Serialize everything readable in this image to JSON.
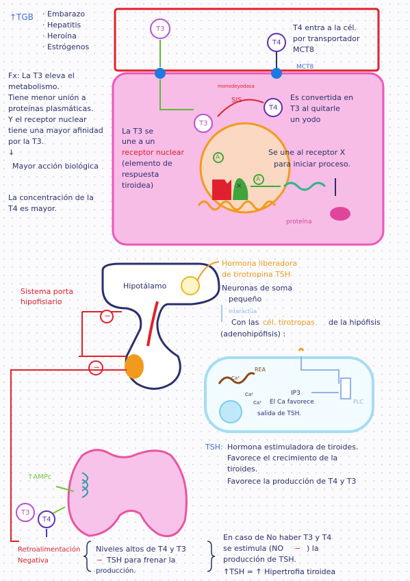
{
  "header": {
    "title": "↑TGB",
    "causes": [
      "· Embarazo",
      "· Hepatitis",
      "· Heroína",
      "· Estrógenos"
    ]
  },
  "t4_entry": {
    "line1": "T4 entra a la cél.",
    "line2": "por transportador",
    "line3": "MCT8"
  },
  "mct8_label": "MCT8",
  "hormones": {
    "t3": "T3",
    "t4": "T4"
  },
  "fx": {
    "lines": [
      "Fx: La T3 eleva el",
      "metabolismo.",
      "Tiene menor unión a",
      "proteínas plasmáticas.",
      "Y el receptor nuclear",
      "tiene una mayor afinidad",
      "por la T3."
    ],
    "arrow": "↓",
    "result": "Mayor acción biológica"
  },
  "concentration": {
    "line1": "La concentración de la",
    "line2": "T4 es mayor."
  },
  "cell": {
    "enzyme": "monodeyodasa",
    "sis": "SIS",
    "conversion": [
      "Es convertida en",
      "T3 al quitarle",
      "un yodo"
    ],
    "receptor_prefix": "La T3 se",
    "receptor_prefix2": "une a un",
    "receptor_label": "receptor nuclear",
    "receptor_rest": [
      "(elemento de",
      "respuesta",
      "tiroidea)"
    ],
    "receptor_x": [
      "Se une al receptor X",
      "para iniciar proceso."
    ],
    "receptor_a": "A",
    "receptor_x_mark": "×",
    "protein_label": "proteína"
  },
  "hypothalamus": {
    "label": "Hipotálamo",
    "portal": [
      "Sistema porta",
      "hipofisiario"
    ],
    "trh_title": [
      "Hormona liberadora",
      "de tirotropina TSH"
    ],
    "neurons": [
      "Neuronas de soma",
      "pequeño"
    ],
    "interaction_label": "Interactúa",
    "interaction": "Con las",
    "thyrotropes": "cél. tirotropas",
    "interaction_rest": "de la hipófisis",
    "adeno": "(adenohipófisis) :",
    "minus": "−"
  },
  "signaling": {
    "rer": "REA",
    "ca1": "Ca²",
    "ip3": "IP3",
    "plc": "PLC",
    "ca2": "Ca²",
    "ca3": "Ca²",
    "favors": [
      "El Ca favorece",
      "salida de TSH."
    ]
  },
  "tsh": {
    "label": "TSH:",
    "lines": [
      "Hormona estimuladora de tiroides.",
      "Favorece el crecimiento de la",
      "tiroides.",
      "Favorece la producción de T4 y T3"
    ]
  },
  "thyroid": {
    "amp": "↑AMPc"
  },
  "feedback": {
    "label": [
      "Retroalimentación",
      "Negativa"
    ],
    "high_levels": [
      "Niveles altos de T4 y T3",
      "TSH para frenar la",
      "producción."
    ],
    "absence": [
      "En caso de No haber T3 y T4",
      "se estimula (NO",
      "producción de TSH.",
      "↑TSH = ↑ Hipertrofia tiroidea"
    ],
    "absence_tail": ") la"
  },
  "colors": {
    "pink": "#f7bde6",
    "pinkBorder": "#ee56bb",
    "red": "#e0202a",
    "orange": "#f29a1c",
    "navy": "#2a2f6b",
    "lightblue": "#a6dcf5"
  }
}
